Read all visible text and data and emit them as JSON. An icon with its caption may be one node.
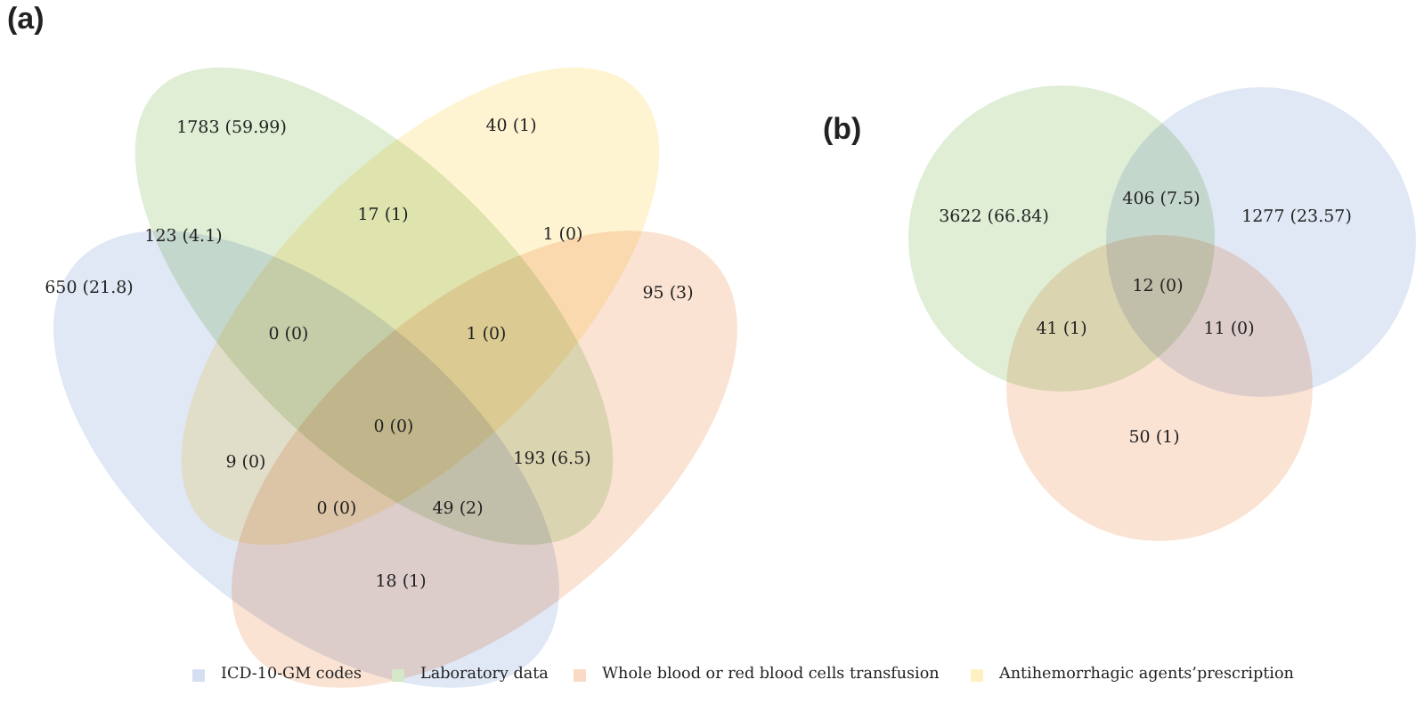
{
  "diagram": {
    "labels": [
      "(a)",
      "(b)",
      "1783 (59.99)",
      "40 (1)",
      "17 (1)",
      "123 (4.1)",
      "1 (0)",
      "650 (21.8)",
      "95 (3)",
      "0 (0)",
      "1 (0)",
      "0 (0)",
      "9 (0)",
      "193 (6.5)",
      "0 (0)",
      "49 (2)",
      "18 (1)",
      "3622 (66.84)",
      "406 (7.5)",
      "1277 (23.57)",
      "12 (0)",
      "41 (1)",
      "11 (0)",
      "50 (1)"
    ],
    "legend": [
      {
        "text": "ICD-10-GM codes",
        "color": "#d5dff2"
      },
      {
        "text": "Laboratory data",
        "color": "#d4e8c7"
      },
      {
        "text": "Whole blood or red blood cells transfusion",
        "color": "#f9dac6"
      },
      {
        "text": "Antihemorrhagic agents’prescription",
        "color": "#fff0c2"
      }
    ]
  }
}
